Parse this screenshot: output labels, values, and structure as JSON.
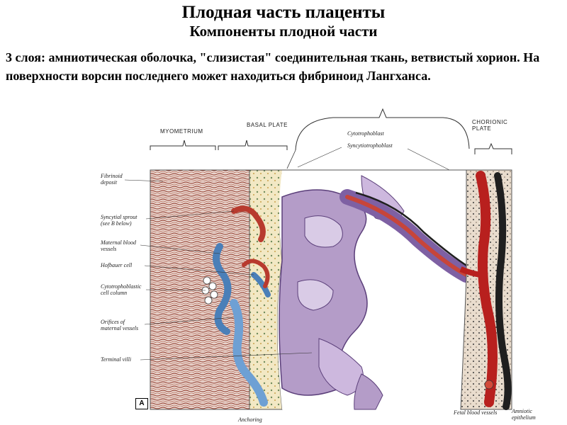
{
  "slide": {
    "title": "Плодная часть плаценты",
    "subtitle": "Компоненты плодной части",
    "body": "3 слоя:  амниотическая оболочка,   \"слизистая\" соединительная ткань, ветвистый хорион. На поверхности ворсин последнего может находиться фибриноид Лангханса."
  },
  "figure": {
    "figure_letter": "A",
    "top_labels": {
      "myometrium": "MYOMETRIUM",
      "basal_plate": "BASAL PLATE",
      "cytotrophoblast": "Cytotrophoblast",
      "syncytiotrophoblast": "Syncytiotrophoblast",
      "chorionic_plate": "CHORIONIC PLATE"
    },
    "left_labels": {
      "fibrinoid_deposit": "Fibrinoid deposit",
      "syncytial_sprout": "Syncytial sprout (see B below)",
      "maternal_blood_vessels": "Maternal blood vessels",
      "hofbauer_cell": "Hofbauer cell",
      "cytotrophoblastic_cell_column": "Cytotrophoblastic cell column",
      "orifices_maternal_vessels": "Orifices of maternal vessels",
      "terminal_villi": "Terminal villi"
    },
    "bottom_labels": {
      "anchoring": "Anchoring",
      "fetal_blood_vessels": "Fetal blood vessels",
      "amniotic_epithelium": "Amniotic epithelium"
    }
  }
}
